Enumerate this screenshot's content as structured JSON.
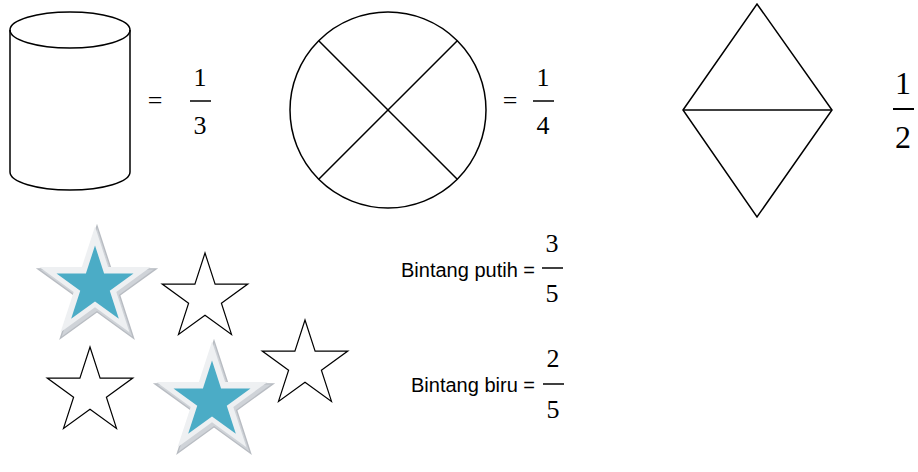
{
  "diagram": {
    "labels": [
      "=",
      "1",
      "3",
      "=",
      "1",
      "4",
      "1",
      "2",
      "Bintang putih =",
      "3",
      "5",
      "Bintang biru =",
      "2",
      "5"
    ]
  }
}
